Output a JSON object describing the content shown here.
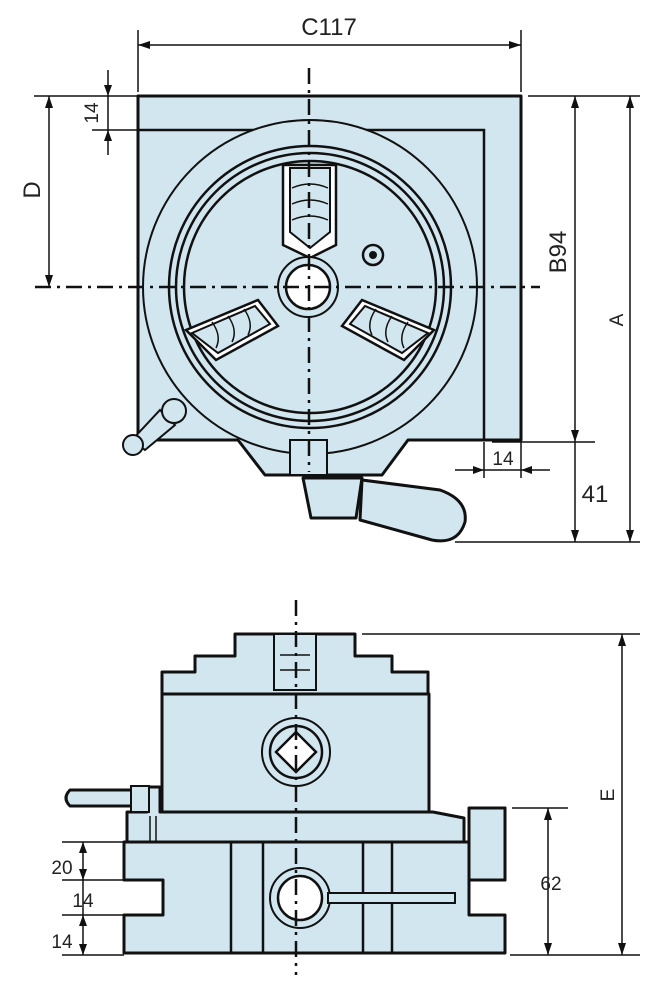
{
  "top_view": {
    "dim_c": "C117",
    "dim_14_top": "14",
    "dim_d": "D",
    "dim_b": "B94",
    "dim_a": "A",
    "dim_14_right": "14",
    "dim_41": "41"
  },
  "front_view": {
    "dim_e": "E",
    "dim_62": "62",
    "dim_20": "20",
    "dim_14_mid": "14",
    "dim_14_bottom": "14"
  }
}
